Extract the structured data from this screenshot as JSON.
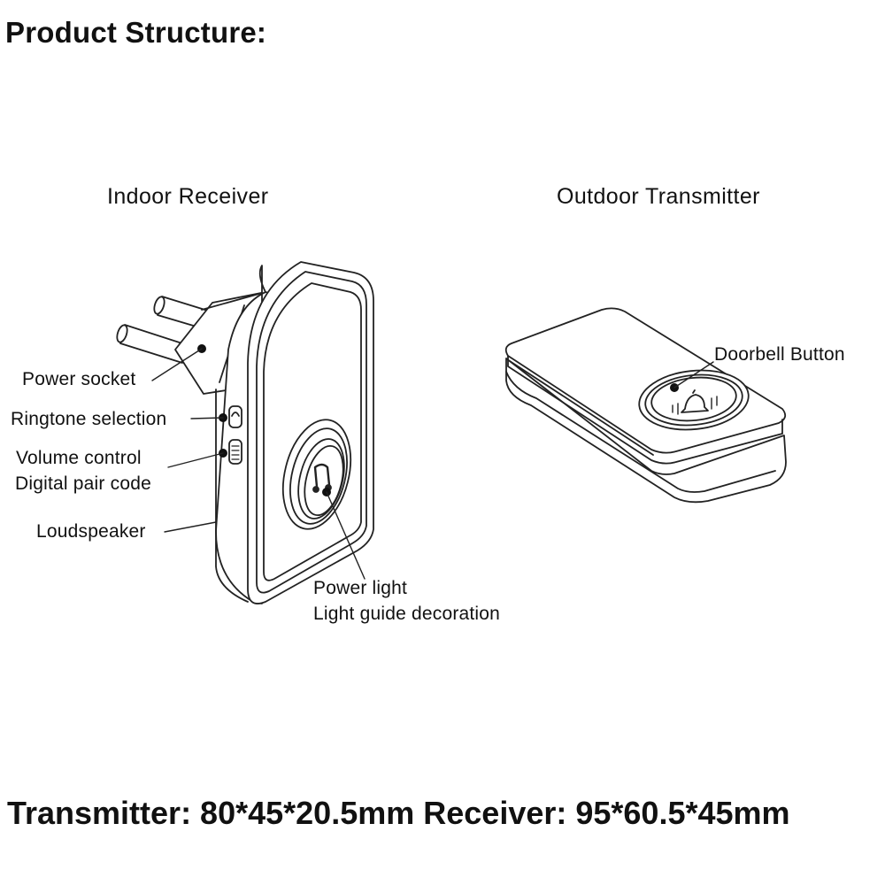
{
  "title": "Product Structure:",
  "headings": {
    "indoor": "Indoor Receiver",
    "outdoor": "Outdoor Transmitter"
  },
  "labels": {
    "power_socket": "Power socket",
    "ringtone_selection": "Ringtone selection",
    "volume_control": "Volume control",
    "digital_pair_code": "Digital pair code",
    "loudspeaker": "Loudspeaker",
    "power_light": "Power light",
    "light_guide": "Light guide decoration",
    "doorbell_button": "Doorbell Button"
  },
  "dimensions": "Transmitter: 80*45*20.5mm Receiver: 95*60.5*45mm"
}
